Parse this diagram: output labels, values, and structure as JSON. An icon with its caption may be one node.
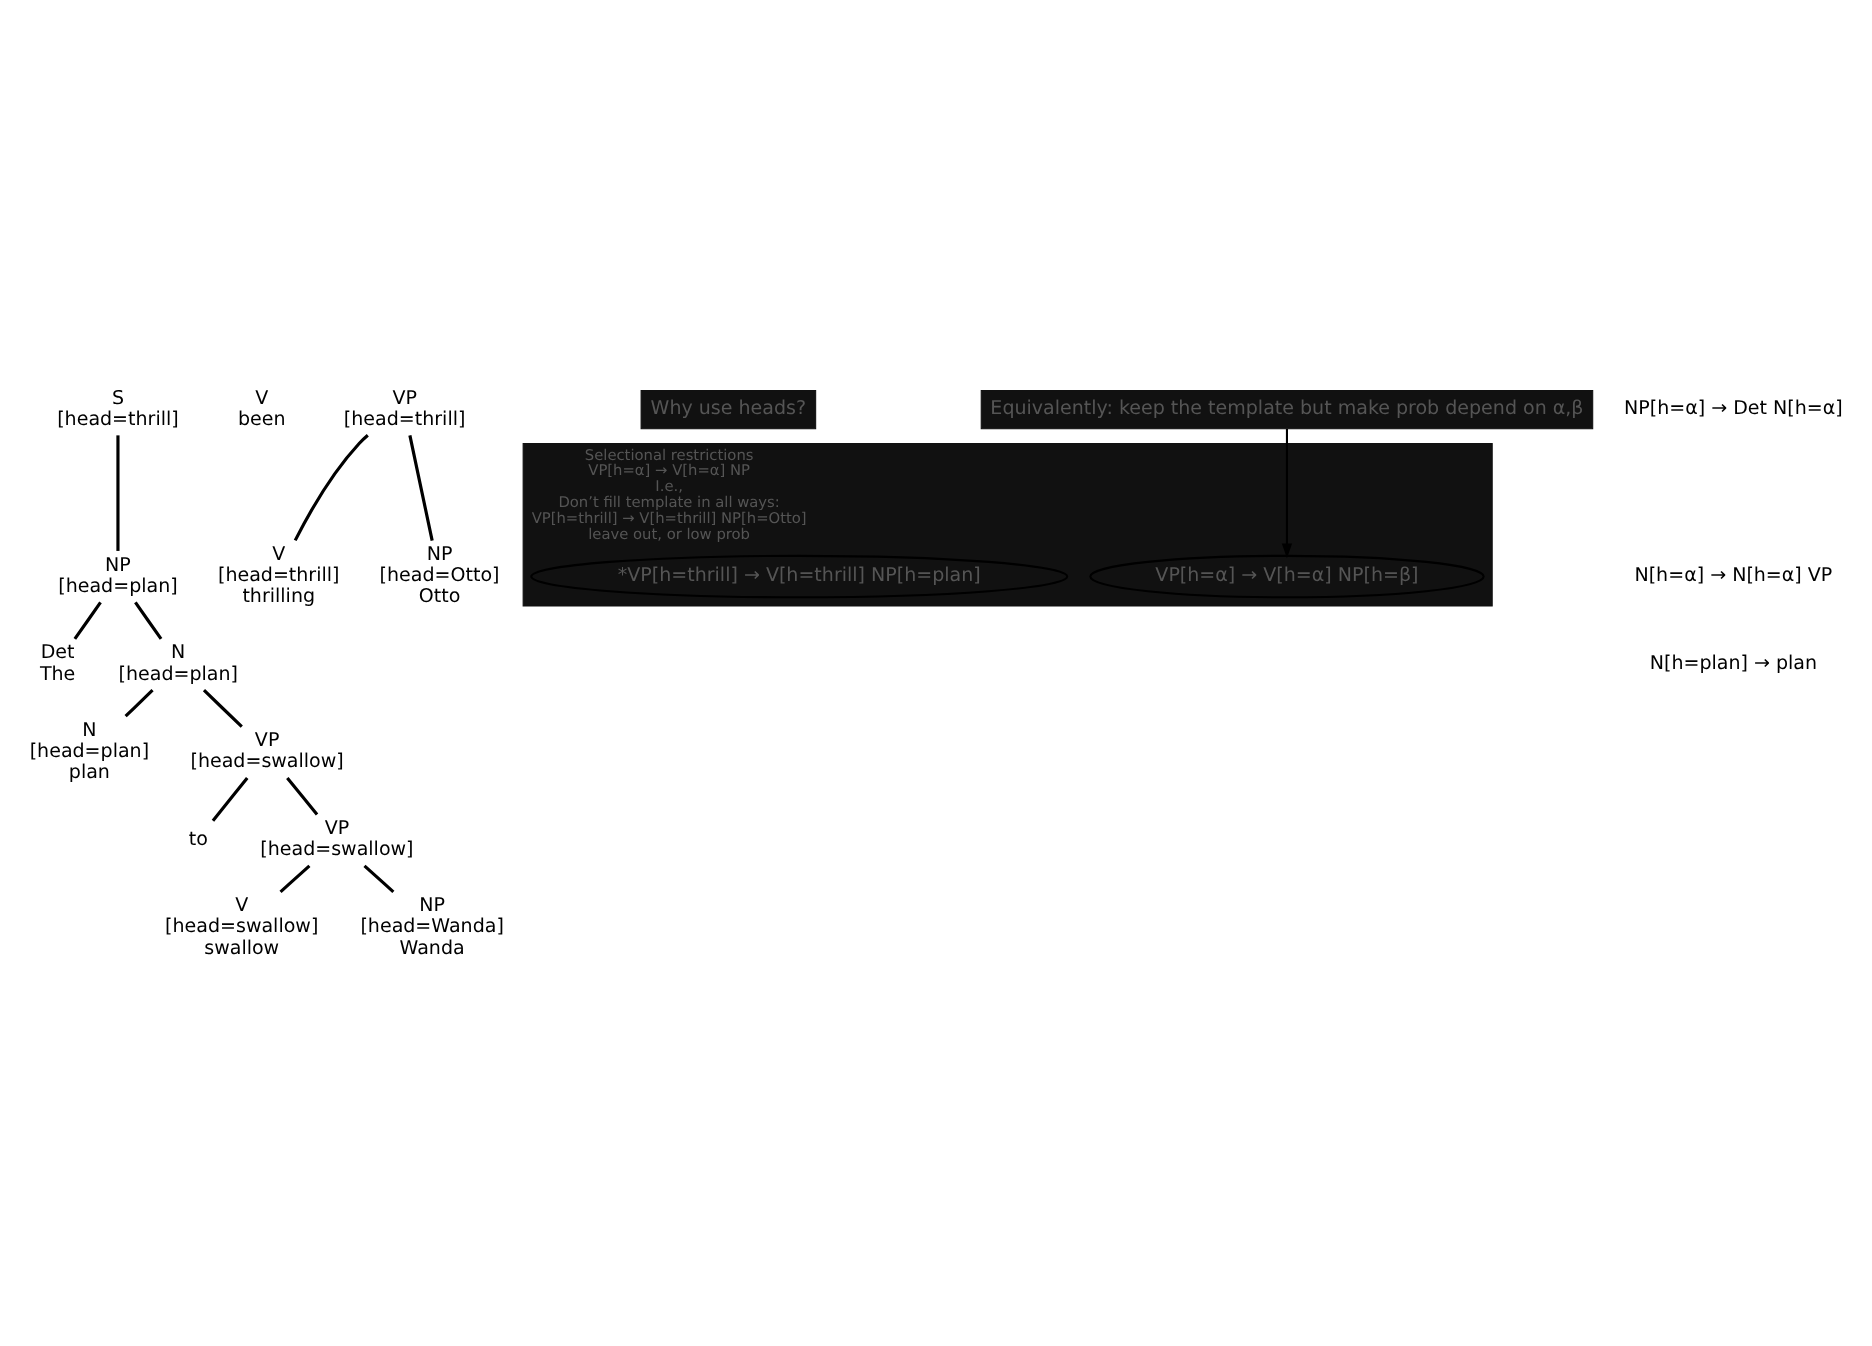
{
  "diagram": {
    "nodes": [
      {
        "text": [
          "S",
          "[head=thrill]"
        ]
      },
      {
        "text": [
          "NP",
          "[head=plan]"
        ]
      },
      {
        "text": [
          "Det",
          "The"
        ]
      },
      {
        "text": [
          "N",
          "[head=plan]"
        ]
      },
      {
        "text": [
          "N",
          "[head=plan]",
          "plan"
        ]
      },
      {
        "text": [
          "VP",
          "[head=swallow]"
        ]
      },
      {
        "text": [
          "to"
        ]
      },
      {
        "text": [
          "VP",
          "[head=swallow]"
        ]
      },
      {
        "text": [
          "V",
          "[head=swallow]",
          "swallow"
        ]
      },
      {
        "text": [
          "NP",
          "[head=Wanda]",
          "Wanda"
        ]
      },
      {
        "text": [
          "V",
          "been"
        ]
      },
      {
        "text": [
          "VP",
          "[head=thrill]"
        ]
      },
      {
        "text": [
          "V",
          "[head=thrill]",
          "thrilling"
        ]
      },
      {
        "text": [
          "NP",
          "[head=Otto]",
          "Otto"
        ]
      },
      {
        "text": [
          "Why use heads?"
        ]
      },
      {
        "text": [
          "Equivalently: keep the template but make prob depend on α,β"
        ]
      },
      {
        "text": [
          "Selectional restrictions",
          "VP[h=α] → V[h=α] NP",
          "I.e.,",
          "Don’t fill template in all ways:",
          "VP[h=thrill] → V[h=thrill] NP[h=Otto]",
          "leave out, or low prob"
        ]
      },
      {
        "text": [
          "VP[h=α] → V[h=α] NP[h=β]"
        ],
        "in": 16
      },
      {
        "text": [
          "*VP[h=thrill] → V[h=thrill] NP[h=plan]"
        ],
        "in": 16
      }
    ],
    "edges": [
      {
        "from": 0,
        "to": 1,
        "arrow": "none"
      },
      {
        "from": 1,
        "to": 2,
        "arrow": "none"
      },
      {
        "from": 1,
        "to": 3,
        "arrow": "none"
      },
      {
        "from": 3,
        "to": 4,
        "arrow": "none"
      },
      {
        "from": 3,
        "to": 5,
        "arrow": "none"
      },
      {
        "from": 5,
        "to": 6,
        "arrow": "none"
      },
      {
        "from": 5,
        "to": 7,
        "arrow": "none"
      },
      {
        "from": 7,
        "to": 8,
        "arrow": "none"
      },
      {
        "from": 7,
        "to": 9,
        "arrow": "none"
      },
      {
        "from": 11,
        "to": 12,
        "arrow": "none"
      },
      {
        "from": 11,
        "to": 13,
        "arrow": "none"
      },
      {
        "from": 15,
        "to": 17,
        "arrow": "to"
      }
    ],
    "labels": [
      "NP[h=α] → Det N[h=α]",
      "N[h=α] → N[h=α] VP",
      "N[h=plan] → plan"
    ]
  }
}
